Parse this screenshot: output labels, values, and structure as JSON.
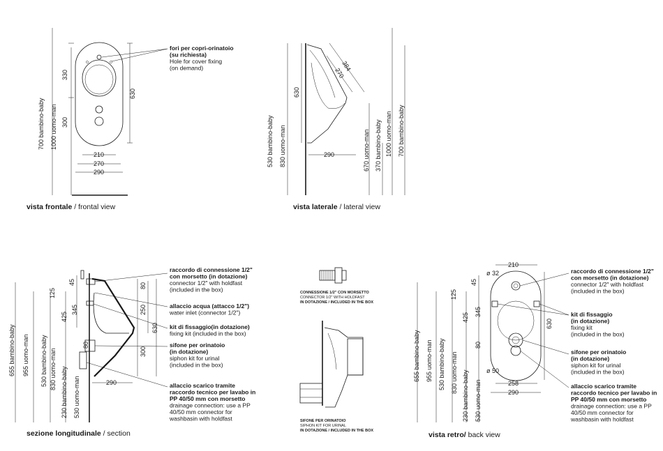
{
  "views": {
    "front": {
      "caption_it": "vista frontale",
      "caption_en": "frontal view",
      "dims": {
        "h700": "700 bambino-baby",
        "h1000": "1000 uomo-man",
        "d330": "330",
        "d300": "300",
        "d630": "630",
        "w210": "210",
        "w270": "270",
        "w290": "290"
      },
      "notes": [
        {
          "t": "fori per copri-orinatoio",
          "b": true
        },
        {
          "t": "(su richiesta)",
          "b": true
        },
        {
          "t": "Hole for cover fixing",
          "b": false
        },
        {
          "t": "(on demand)",
          "b": false
        }
      ]
    },
    "side": {
      "caption_it": "vista laterale",
      "caption_en": "lateral view",
      "dims": {
        "h530": "530 bambino-baby",
        "h830": "830 uomo-man",
        "d630": "630",
        "d384": "384",
        "d270": "270",
        "w290": "290",
        "h670": "670 uomo-man",
        "h370": "370 bambino-baby",
        "h1000": "1000 uomo-man",
        "h700": "700 bambino-baby"
      }
    },
    "section": {
      "caption_it": "sezione longitudinale",
      "caption_en": "section",
      "dims": {
        "h655": "655 bambino-baby",
        "h955": "955 uomo-man",
        "h530": "530 bambino-baby",
        "h830": "830 uomo-man",
        "h230": "230 bambino-baby",
        "h530b": "530 uomo-man",
        "d45": "45",
        "d125": "125",
        "d425": "425",
        "d345": "345",
        "d80a": "80",
        "d80b": "80",
        "d250": "250",
        "d630": "630",
        "d300": "300",
        "w290": "290"
      },
      "labels": [
        [
          {
            "t": "raccordo di connessione 1/2\"",
            "b": true
          },
          {
            "t": "con morsetto (in dotazione)",
            "b": true
          },
          {
            "t": "connector 1/2\" with holdfast",
            "b": false
          },
          {
            "t": "(included in the box)",
            "b": false
          }
        ],
        [
          {
            "t": "allaccio acqua (attacco 1/2\")",
            "b": true
          },
          {
            "t": "water inlet (connector 1/2\")",
            "b": false
          }
        ],
        [
          {
            "t": "kit di fissaggio(in dotazione)",
            "b": true
          },
          {
            "t": "fixing kit (included in the box)",
            "b": false
          }
        ],
        [
          {
            "t": "sifone per orinatoio",
            "b": true
          },
          {
            "t": "(in dotazione)",
            "b": true
          },
          {
            "t": "siphon kit for urinal",
            "b": false
          },
          {
            "t": "(included in the box)",
            "b": false
          }
        ],
        [
          {
            "t": "allaccio scarico tramite",
            "b": true
          },
          {
            "t": "raccordo tecnico per lavabo in",
            "b": true
          },
          {
            "t": "PP 40/50 mm con morsetto",
            "b": true
          },
          {
            "t": "drainage connection: use a PP",
            "b": false
          },
          {
            "t": "40/50 mm connector for",
            "b": false
          },
          {
            "t": "washbasin with holdfast",
            "b": false
          }
        ]
      ]
    },
    "siphon": {
      "connector": [
        {
          "t": "CONNESSIONE 1/2\" CON MORSETTO",
          "b": true
        },
        {
          "t": "CONNECTOR 1/2\" WITH HOLDFAST",
          "b": false
        },
        {
          "t": "IN DOTAZIONE / INCLUDED IN THE BOX",
          "b": true
        }
      ],
      "siphon": [
        {
          "t": "SIFONE PER ORINATOIO",
          "b": true
        },
        {
          "t": "SIPHON KIT FOR URINAL",
          "b": false
        },
        {
          "t": "IN DOTAZIONE / INCLUDED IN THE BOX",
          "b": true
        }
      ]
    },
    "back": {
      "caption_it": "vista retro/",
      "caption_en": "back view",
      "dims": {
        "h655": "655 bambino-baby",
        "h955": "955 uomo-man",
        "h530": "530 bambino-baby",
        "h830": "830 uomo-man",
        "h230": "230 bambino-baby",
        "h530b": "530 uomo-man",
        "d45": "45",
        "d125": "125",
        "d425": "425",
        "d345": "345",
        "d80": "80",
        "d630": "630",
        "w210": "210",
        "w258": "258",
        "w290": "290",
        "phi32": "ø 32",
        "phi50": "ø 50"
      },
      "labels": [
        [
          {
            "t": "raccordo di connessione 1/2\"",
            "b": true
          },
          {
            "t": "con morsetto (in dotazione)",
            "b": true
          },
          {
            "t": "connector 1/2\" with holdfast",
            "b": false
          },
          {
            "t": "(included in the box)",
            "b": false
          }
        ],
        [
          {
            "t": "kit di fissaggio",
            "b": true
          },
          {
            "t": "(in dotazione)",
            "b": true
          },
          {
            "t": "fixing kit",
            "b": false
          },
          {
            "t": "(included in the box)",
            "b": false
          }
        ],
        [
          {
            "t": "sifone per orinatoio",
            "b": true
          },
          {
            "t": "(in dotazione)",
            "b": true
          },
          {
            "t": "siphon kit for urinal",
            "b": false
          },
          {
            "t": "(included in the box)",
            "b": false
          }
        ],
        [
          {
            "t": "allaccio scarico tramite",
            "b": true
          },
          {
            "t": "raccordo tecnico per lavabo in",
            "b": true
          },
          {
            "t": "PP 40/50 mm con morsetto",
            "b": true
          },
          {
            "t": "drainage connection: use a PP",
            "b": false
          },
          {
            "t": "40/50 mm connector for",
            "b": false
          },
          {
            "t": "washbasin with holdfast",
            "b": false
          }
        ]
      ]
    }
  }
}
